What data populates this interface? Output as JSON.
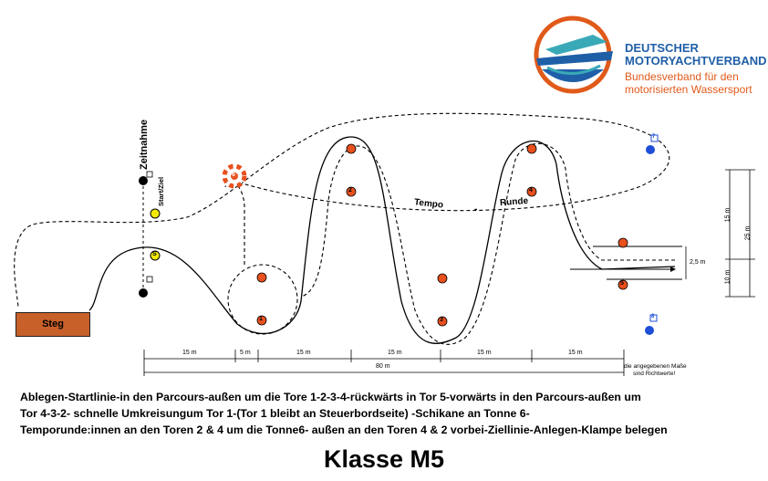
{
  "logo": {
    "line1": "DEUTSCHER",
    "line2": "MOTORYACHTVERBAND",
    "line3": "Bundesverband für den",
    "line4": "motorisierten Wassersport",
    "colors": {
      "blue": "#1f5fa8",
      "orange": "#e05a1a",
      "teal": "#3aa9b7"
    }
  },
  "diagram": {
    "steg_label": "Steg",
    "zeitnahme_label": "Zeitnahme",
    "startziel_label": "Start/Ziel",
    "s_marker": "S",
    "tempo_label": "Tempo",
    "dash": "-",
    "runde_label": "Runde",
    "buoys": [
      "1",
      "2",
      "3",
      "4",
      "5",
      "6"
    ],
    "flags": [
      "7",
      "8"
    ],
    "dimensions": {
      "d15a": "15 m",
      "d5": "5 m",
      "d15b": "15 m",
      "d15c": "15 m",
      "d15d": "15 m",
      "d15e": "15 m",
      "total": "80 m",
      "v25": "2,5 m",
      "v15": "15 m",
      "v25m": "25 m",
      "v10": "10 m"
    },
    "note_line1": "die angegebenen Maße",
    "note_line2": "sind Richtwerte!",
    "colors": {
      "buoy": "#e8501e",
      "start": "#f2e80a",
      "flag": "#1e4fd6",
      "steg": "#c8602a"
    }
  },
  "description": {
    "line1": "Ablegen-Startlinie-in den Parcours-außen um die Tore 1-2-3-4-rückwärts in Tor 5-vorwärts in den Parcours-außen um",
    "line2": "Tor 4-3-2- schnelle Umkreisungum Tor 1-(Tor 1 bleibt an  Steuerbordseite) -Schikane an Tonne 6-",
    "line3": "Temporunde:innen an den Toren 2 & 4 um die Tonne6- außen an den Toren 4 & 2 vorbei-Ziellinie-Anlegen-Klampe belegen"
  },
  "title": "Klasse M5"
}
